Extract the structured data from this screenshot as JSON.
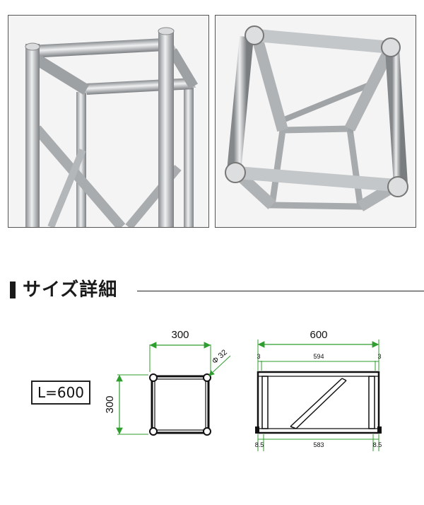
{
  "section": {
    "title": "サイズ詳細"
  },
  "length_label": "L=600",
  "front_view": {
    "width_label": "300",
    "height_label": "300",
    "diameter_label": "Φ 32"
  },
  "side_view": {
    "overall_label": "600",
    "inner_top_label": "594",
    "top_left_offset": "3",
    "top_right_offset": "3",
    "inner_bottom_label": "583",
    "bottom_left_offset": "8.5",
    "bottom_right_offset": "8.5"
  },
  "colors": {
    "dimension_green": "#2e9e2e",
    "frame": "#111111",
    "heading": "#1a1a1a"
  }
}
